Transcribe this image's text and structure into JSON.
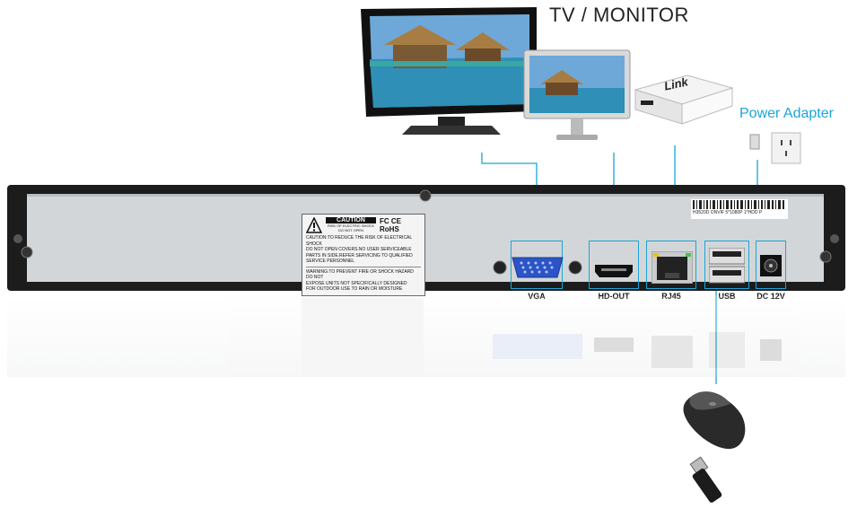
{
  "heading": "TV / MONITOR",
  "power_adapter_label": "Power Adapter",
  "router_brand": "Link",
  "serial_label": "H3520D ONVIF 5*1080P 1*HDD P",
  "ports": {
    "vga": "VGA",
    "hd_out": "HD-OUT",
    "rj45": "RJ45",
    "usb": "USB",
    "dc": "DC 12V"
  },
  "warning_label": {
    "title": "CAUTION",
    "subtitle": "RISK OF ELECTRIC SHOCK DO NOT OPEN",
    "cert": "FC CE RoHS",
    "line1": "CAUTION:TO REDUCE THE RISK OF ELECTRICAL SHOCK",
    "line2": "DO NOT OPEN COVERS.NO USER SERVICEABLE",
    "line3": "PARTS IN SIDE.REFER SERVICING TO QUALIFIED",
    "line4": "SERVICE PERSONNEL",
    "line5": "WARNING:TO PREVENT FIRE OR SHOCK HAZARD DO NOT",
    "line6": "EXPOSE UNITS NOT SPECIFICALLY DESIGNED",
    "line7": "FOR OUTDOOR USE TO RAIN OR MOISTURE"
  },
  "colors": {
    "connector_line": "#1aa5d6",
    "chassis": "#1c1c1c",
    "panel": "#d3d6d8"
  }
}
